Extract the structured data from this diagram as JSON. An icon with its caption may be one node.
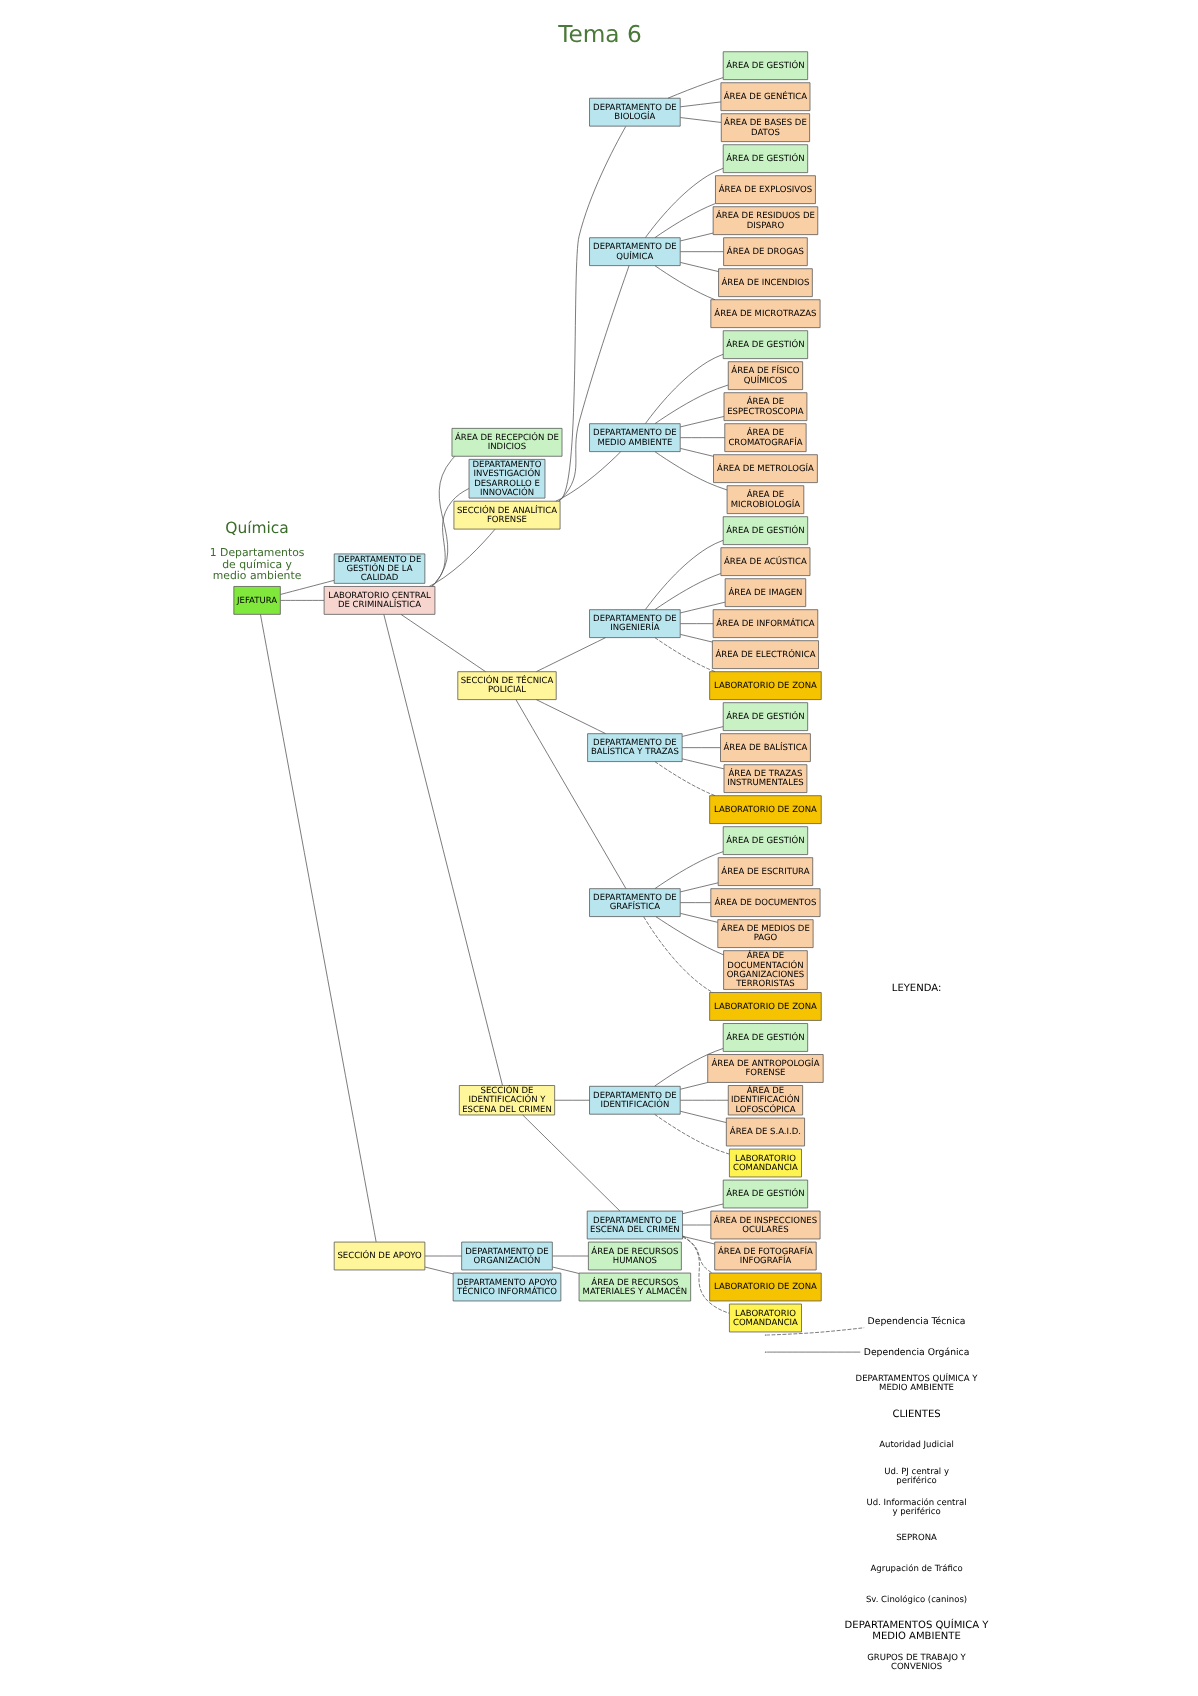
{
  "diagram": {
    "title": "Tema 6",
    "nodes": [
      {
        "text": [
          "JEFATURA"
        ]
      },
      {
        "text": [
          "DEPARTAMENTO DE GESTIÓN DE LA CALIDAD"
        ]
      },
      {
        "text": [
          "LABORATORIO CENTRAL DE CRIMINALÍSTICA"
        ]
      },
      {
        "text": [
          "ÁREA DE RECEPCIÓN DE INDICIOS"
        ]
      },
      {
        "text": [
          "DEPARTAMENTO INVESTIGACIÓN DESARROLLO E INNOVACIÓN"
        ]
      },
      {
        "text": [
          "SECCIÓN DE APOYO"
        ]
      },
      {
        "text": [
          "SECCIÓN DE ANALÍTICA FORENSE"
        ]
      },
      {
        "text": [
          "SECCIÓN DE TÉCNICA POLICIAL"
        ]
      },
      {
        "text": [
          "SECCIÓN DE IDENTIFICACIÓN Y ESCENA DEL CRIMEN"
        ]
      },
      {
        "text": [
          "DEPARTAMENTO DE ORGANIZACIÓN"
        ]
      },
      {
        "text": [
          "ÁREA DE RECURSOS HUMANOS"
        ]
      },
      {
        "text": [
          "ÁREA DE RECURSOS MATERIALES Y ALMACÉN"
        ]
      },
      {
        "text": [
          "DEPARTAMENTO APOYO TÉCNICO INFORMÁTICO"
        ]
      },
      {
        "text": [
          "DEPARTAMENTO DE BIOLOGÍA"
        ]
      },
      {
        "text": [
          "ÁREA DE GESTIÓN"
        ]
      },
      {
        "text": [
          "ÁREA DE GENÉTICA"
        ]
      },
      {
        "text": [
          "ÁREA DE BASES DE DATOS"
        ]
      },
      {
        "text": [
          "DEPARTAMENTO DE QUÍMICA"
        ]
      },
      {
        "text": [
          "ÁREA DE GESTIÓN"
        ]
      },
      {
        "text": [
          "ÁREA DE EXPLOSIVOS"
        ]
      },
      {
        "text": [
          "ÁREA DE RESIDUOS DE DISPARO"
        ]
      },
      {
        "text": [
          "ÁREA DE DROGAS"
        ]
      },
      {
        "text": [
          "ÁREA DE INCENDIOS"
        ]
      },
      {
        "text": [
          "ÁREA DE MICROTRAZAS"
        ]
      },
      {
        "text": [
          "DEPARTAMENTO DE MEDIO AMBIENTE"
        ]
      },
      {
        "text": [
          "ÁREA DE GESTIÓN"
        ]
      },
      {
        "text": [
          "ÁREA DE FÍSICO QUÍMICOS"
        ]
      },
      {
        "text": [
          "ÁREA DE ESPECTROSCOPIA"
        ]
      },
      {
        "text": [
          "ÁREA DE CROMATOGRAFÍA"
        ]
      },
      {
        "text": [
          "ÁREA DE METROLOGÍA"
        ]
      },
      {
        "text": [
          "ÁREA DE MICROBIOLOGÍA"
        ]
      },
      {
        "text": [
          "DEPARTAMENTO DE INGENIERÍA"
        ]
      },
      {
        "text": [
          "ÁREA DE GESTIÓN"
        ]
      },
      {
        "text": [
          "ÁREA DE ACÚSTICA"
        ]
      },
      {
        "text": [
          "ÁREA DE IMAGEN"
        ]
      },
      {
        "text": [
          "ÁREA DE INFORMÁTICA"
        ]
      },
      {
        "text": [
          "ÁREA DE ELECTRÓNICA"
        ]
      },
      {
        "text": [
          "LABORATORIO DE ZONA"
        ]
      },
      {
        "text": [
          "DEPARTAMENTO DE BALÍSTICA Y TRAZAS"
        ]
      },
      {
        "text": [
          "ÁREA DE GESTIÓN"
        ]
      },
      {
        "text": [
          "ÁREA DE BALÍSTICA"
        ]
      },
      {
        "text": [
          "ÁREA DE TRAZAS INSTRUMENTALES"
        ]
      },
      {
        "text": [
          "LABORATORIO DE ZONA"
        ]
      },
      {
        "text": [
          "DEPARTAMENTO DE GRAFÍSTICA"
        ]
      },
      {
        "text": [
          "ÁREA DE GESTIÓN"
        ]
      },
      {
        "text": [
          "ÁREA DE ESCRITURA"
        ]
      },
      {
        "text": [
          "ÁREA DE DOCUMENTOS"
        ]
      },
      {
        "text": [
          "ÁREA DE MEDIOS DE PAGO"
        ]
      },
      {
        "text": [
          "ÁREA DE DOCUMENTACIÓN ORGANIZACIONES TERRORISTAS"
        ]
      },
      {
        "text": [
          "LABORATORIO DE ZONA"
        ]
      },
      {
        "text": [
          "DEPARTAMENTO DE IDENTIFICACIÓN"
        ]
      },
      {
        "text": [
          "ÁREA DE GESTIÓN"
        ]
      },
      {
        "text": [
          "ÁREA DE ANTROPOLOGÍA FORENSE"
        ]
      },
      {
        "text": [
          "ÁREA DE IDENTIFICACIÓN LOFOSCÓPICA"
        ]
      },
      {
        "text": [
          "ÁREA DE S.A.I.D."
        ]
      },
      {
        "text": [
          "LABORATORIO COMANDANCIA"
        ]
      },
      {
        "text": [
          "DEPARTAMENTO DE ESCENA DEL CRIMEN"
        ]
      },
      {
        "text": [
          "ÁREA DE GESTIÓN"
        ]
      },
      {
        "text": [
          "ÁREA DE INSPECCIONES OCULARES"
        ]
      },
      {
        "text": [
          "ÁREA DE FOTOGRAFÍA INFOGRAFÍA"
        ]
      },
      {
        "text": [
          "LABORATORIO DE ZONA"
        ]
      },
      {
        "text": [
          "LABORATORIO COMANDANCIA"
        ]
      }
    ],
    "edges": [
      {
        "from": 0,
        "to": 1,
        "arrow": "none"
      },
      {
        "from": 0,
        "to": 2,
        "arrow": "none"
      },
      {
        "from": 0,
        "to": 5,
        "arrow": "none"
      },
      {
        "from": 2,
        "to": 3,
        "arrow": "none"
      },
      {
        "from": 2,
        "to": 4,
        "arrow": "none"
      },
      {
        "from": 2,
        "to": 6,
        "arrow": "none"
      },
      {
        "from": 2,
        "to": 7,
        "arrow": "none"
      },
      {
        "from": 2,
        "to": 8,
        "arrow": "none"
      },
      {
        "from": 5,
        "to": 9,
        "arrow": "none"
      },
      {
        "from": 9,
        "to": 10,
        "arrow": "none"
      },
      {
        "from": 9,
        "to": 11,
        "arrow": "none"
      },
      {
        "from": 5,
        "to": 12,
        "arrow": "none"
      },
      {
        "from": 6,
        "to": 13,
        "arrow": "none"
      },
      {
        "from": 13,
        "to": 14,
        "arrow": "none"
      },
      {
        "from": 13,
        "to": 15,
        "arrow": "none"
      },
      {
        "from": 13,
        "to": 16,
        "arrow": "none"
      },
      {
        "from": 6,
        "to": 17,
        "arrow": "none"
      },
      {
        "from": 17,
        "to": 18,
        "arrow": "none"
      },
      {
        "from": 17,
        "to": 19,
        "arrow": "none"
      },
      {
        "from": 17,
        "to": 20,
        "arrow": "none"
      },
      {
        "from": 17,
        "to": 21,
        "arrow": "none"
      },
      {
        "from": 17,
        "to": 22,
        "arrow": "none"
      },
      {
        "from": 17,
        "to": 23,
        "arrow": "none"
      },
      {
        "from": 6,
        "to": 24,
        "arrow": "none"
      },
      {
        "from": 24,
        "to": 25,
        "arrow": "none"
      },
      {
        "from": 24,
        "to": 26,
        "arrow": "none"
      },
      {
        "from": 24,
        "to": 27,
        "arrow": "none"
      },
      {
        "from": 24,
        "to": 28,
        "arrow": "none"
      },
      {
        "from": 24,
        "to": 29,
        "arrow": "none"
      },
      {
        "from": 24,
        "to": 30,
        "arrow": "none"
      },
      {
        "from": 7,
        "to": 31,
        "arrow": "none"
      },
      {
        "from": 31,
        "to": 32,
        "arrow": "none"
      },
      {
        "from": 31,
        "to": 33,
        "arrow": "none"
      },
      {
        "from": 31,
        "to": 34,
        "arrow": "none"
      },
      {
        "from": 31,
        "to": 35,
        "arrow": "none"
      },
      {
        "from": 31,
        "to": 36,
        "arrow": "none"
      },
      {
        "from": 31,
        "to": 37,
        "arrow": "none",
        "style": "dashed"
      },
      {
        "from": 7,
        "to": 38,
        "arrow": "none"
      },
      {
        "from": 38,
        "to": 39,
        "arrow": "none"
      },
      {
        "from": 38,
        "to": 40,
        "arrow": "none"
      },
      {
        "from": 38,
        "to": 41,
        "arrow": "none"
      },
      {
        "from": 38,
        "to": 42,
        "arrow": "none",
        "style": "dashed"
      },
      {
        "from": 7,
        "to": 43,
        "arrow": "none"
      },
      {
        "from": 43,
        "to": 44,
        "arrow": "none"
      },
      {
        "from": 43,
        "to": 45,
        "arrow": "none"
      },
      {
        "from": 43,
        "to": 46,
        "arrow": "none"
      },
      {
        "from": 43,
        "to": 47,
        "arrow": "none"
      },
      {
        "from": 43,
        "to": 48,
        "arrow": "none"
      },
      {
        "from": 43,
        "to": 49,
        "arrow": "none",
        "style": "dashed"
      },
      {
        "from": 8,
        "to": 50,
        "arrow": "none"
      },
      {
        "from": 50,
        "to": 51,
        "arrow": "none"
      },
      {
        "from": 50,
        "to": 52,
        "arrow": "none"
      },
      {
        "from": 50,
        "to": 53,
        "arrow": "none"
      },
      {
        "from": 50,
        "to": 54,
        "arrow": "none"
      },
      {
        "from": 50,
        "to": 55,
        "arrow": "none",
        "style": "dashed"
      },
      {
        "from": 8,
        "to": 56,
        "arrow": "none"
      },
      {
        "from": 56,
        "to": 57,
        "arrow": "none"
      },
      {
        "from": 56,
        "to": 58,
        "arrow": "none"
      },
      {
        "from": 56,
        "to": 59,
        "arrow": "none"
      },
      {
        "from": 56,
        "to": 60,
        "arrow": "none",
        "style": "dashed"
      },
      {
        "from": 56,
        "to": 61,
        "arrow": "none",
        "style": "dashed"
      }
    ],
    "labels": [
      "Química",
      "1 Departamentos de química y medio ambiente",
      "LEYENDA:",
      "DEPARTAMENTOS QUÍMICA Y MEDIO AMBIENTE",
      "CLIENTES",
      "Autoridad Judicial",
      "Ud. PJ central y periférico",
      "Ud. Información central y periférico",
      "SEPRONA",
      "Agrupación de Tráfico",
      "Sv. Cinológico (caninos)",
      "DEPARTAMENTOS QUÍMICA Y MEDIO AMBIENTE",
      "GRUPOS DE TRABAJO Y CONVENIOS"
    ],
    "legend": [
      {
        "text": "Dependencia Técnica"
      },
      {
        "text": "Dependencia Orgánica"
      }
    ]
  }
}
